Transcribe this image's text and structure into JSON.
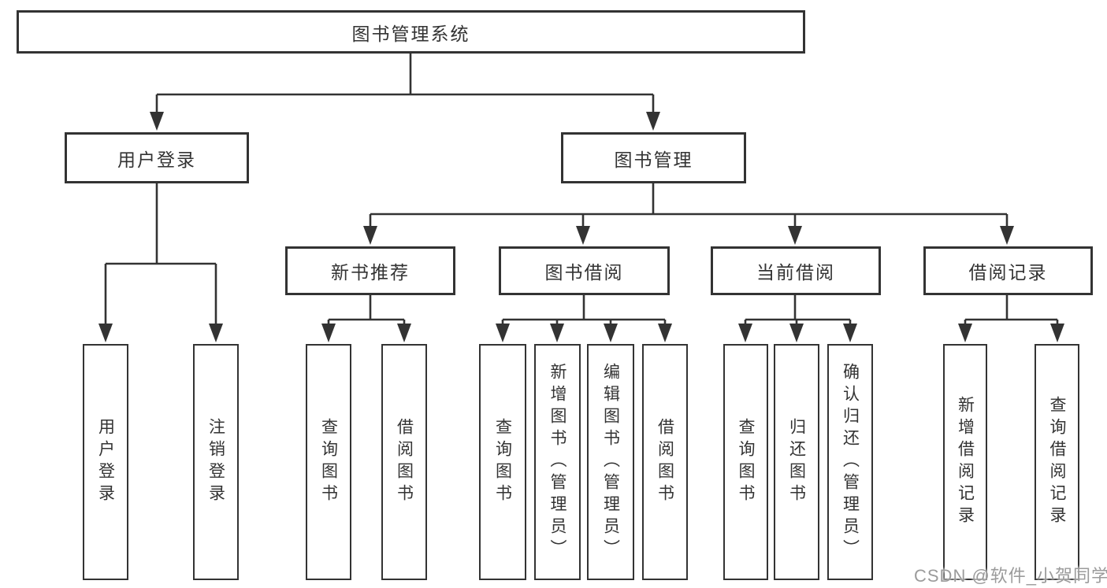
{
  "title": {
    "label": "图书管理系统"
  },
  "level2": {
    "user_login": "用户登录",
    "book_management": "图书管理"
  },
  "level3": {
    "new_book_recommend": "新书推荐",
    "book_borrowing": "图书借阅",
    "current_borrowing": "当前借阅",
    "borrowing_records": "借阅记录"
  },
  "leaves": {
    "user_login": "用户登录",
    "logout": "注销登录",
    "recommend_query_books": "查询图书",
    "recommend_borrow_books": "借阅图书",
    "borrowing_query_books": "查询图书",
    "borrowing_add_books_admin": "新增图书（管理员）",
    "borrowing_edit_books_admin": "编辑图书（管理员）",
    "borrowing_borrow_books": "借阅图书",
    "current_query_books": "查询图书",
    "current_return_books": "归还图书",
    "current_confirm_return_admin": "确认归还（管理员）",
    "records_add_record": "新增借阅记录",
    "records_query_record": "查询借阅记录"
  },
  "watermark": "CSDN @软件_小贺同学",
  "colors": {
    "line": "#333333",
    "text": "#333333",
    "watermark": "#9b9b9b",
    "background": "#ffffff"
  }
}
